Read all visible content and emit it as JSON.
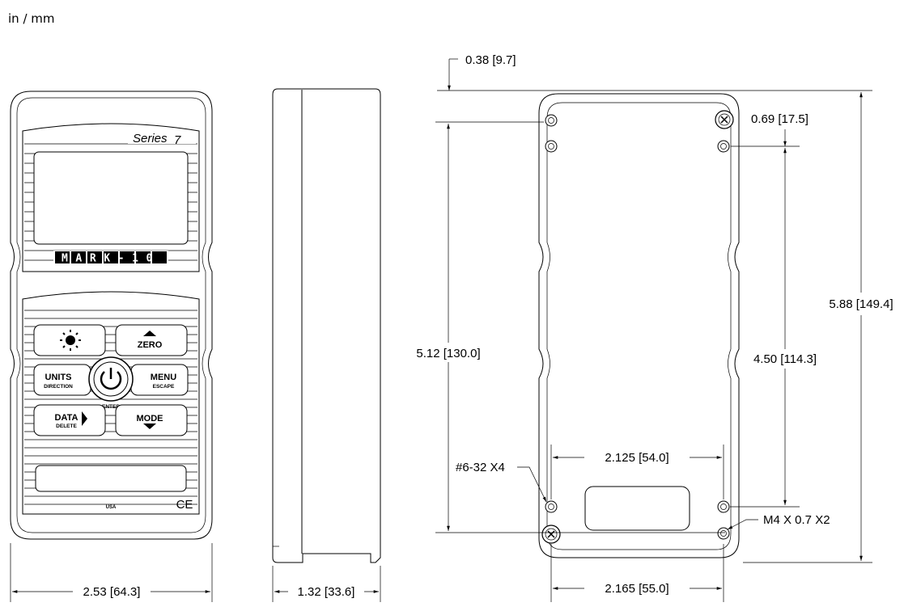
{
  "units_label": "in / mm",
  "front": {
    "series_text": "Series",
    "series_number": "7",
    "brand": "MARK-10",
    "keys": {
      "zero": "ZERO",
      "units": "UNITS",
      "direction": "DIRECTION",
      "menu": "MENU",
      "escape": "ESCAPE",
      "enter": "ENTER",
      "data": "DATA",
      "delete": "DELETE",
      "mode": "MODE"
    },
    "country": "USA",
    "ce_mark": "CE"
  },
  "dimensions": {
    "width_front": "2.53 [64.3]",
    "depth_side": "1.32 [33.6]",
    "top_offset": "0.38 [9.7]",
    "hole_offset": "0.69 [17.5]",
    "height_total": "5.88 [149.4]",
    "hole_spacing_outer": "5.12 [130.0]",
    "hole_spacing_inner": "4.50 [114.3]",
    "hole_width_inner": "2.125 [54.0]",
    "hole_width_outer": "2.165 [55.0]",
    "thread_small": "#6-32 X4",
    "thread_large": "M4 X 0.7 X2"
  }
}
